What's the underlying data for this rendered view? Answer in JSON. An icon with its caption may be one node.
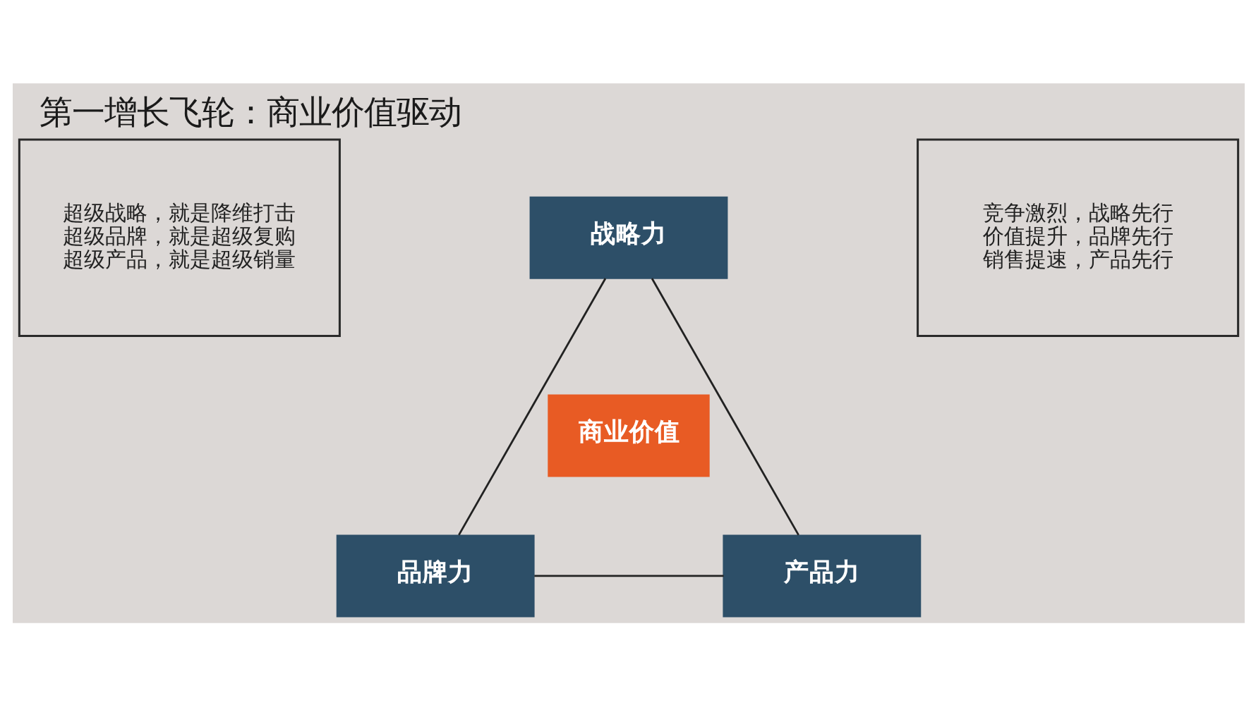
{
  "diagram": {
    "title": "第一增长飞轮：商业价值驱动",
    "nodes": [
      {
        "text": [
          "超级战略，就是降维打击",
          "超级品牌，就是超级复购",
          "超级产品，就是超级销量"
        ]
      },
      {
        "text": [
          "战略力"
        ]
      },
      {
        "text": [
          "竞争激烈，战略先行",
          "价值提升，品牌先行",
          "销售提速，产品先行"
        ]
      },
      {
        "text": [
          "商业价值"
        ]
      },
      {
        "text": [
          "品牌力"
        ]
      },
      {
        "text": [
          "产品力"
        ]
      }
    ],
    "edges": [
      {
        "from": 1,
        "to": 4,
        "arrow": "none"
      },
      {
        "from": 1,
        "to": 5,
        "arrow": "none"
      },
      {
        "from": 4,
        "to": 5,
        "arrow": "none"
      }
    ]
  }
}
